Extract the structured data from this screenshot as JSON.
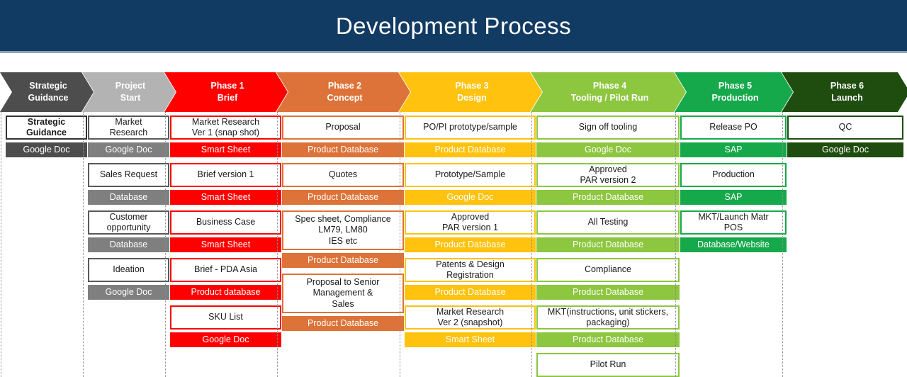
{
  "header": {
    "title": "Development Process",
    "bg_color": "#123b63"
  },
  "banner": {
    "phases": [
      {
        "line1": "Strategic",
        "line2": "Guidance",
        "color": "#4d4d4d"
      },
      {
        "line1": "Project",
        "line2": "Start",
        "color": "#b3b3b3"
      },
      {
        "line1": "Phase 1",
        "line2": "Brief",
        "color": "#ff0000"
      },
      {
        "line1": "Phase 2",
        "line2": "Concept",
        "color": "#dd7338"
      },
      {
        "line1": "Phase 3",
        "line2": "Design",
        "color": "#ffc20e"
      },
      {
        "line1": "Phase 4",
        "line2": "Tooling / Pilot Run",
        "color": "#8dc63f"
      },
      {
        "line1": "Phase 5",
        "line2": "Production",
        "color": "#16a94b"
      },
      {
        "line1": "Phase 6",
        "line2": "Launch",
        "color": "#1f4d10"
      }
    ]
  },
  "columns": [
    {
      "name": "strategic-guidance",
      "color": "#333333",
      "tag_color": "#4d4d4d",
      "items": [
        {
          "label": "Strategic\nGuidance",
          "bold": true,
          "tag": "Google Doc"
        }
      ]
    },
    {
      "name": "project-start",
      "color": "#595959",
      "tag_color": "#7f7f7f",
      "items": [
        {
          "label": "Market\nResearch",
          "tag": "Google Doc"
        },
        {
          "label": "Sales Request",
          "tag": "Database"
        },
        {
          "label": "Customer\nopportunity",
          "tag": "Database"
        },
        {
          "label": "Ideation",
          "tag": "Google Doc"
        }
      ]
    },
    {
      "name": "phase-1-brief",
      "color": "#ff0000",
      "tag_color": "#ff0000",
      "items": [
        {
          "label": "Market Research\nVer 1 (snap shot)",
          "tag": "Smart Sheet"
        },
        {
          "label": "Brief version 1",
          "tag": "Smart Sheet"
        },
        {
          "label": "Business Case",
          "tag": "Smart Sheet"
        },
        {
          "label": "Brief - PDA Asia",
          "tag": "Product database"
        },
        {
          "label": "SKU List",
          "tag": "Google Doc"
        }
      ]
    },
    {
      "name": "phase-2-concept",
      "color": "#dd7338",
      "tag_color": "#dd7338",
      "items": [
        {
          "label": "Proposal",
          "tag": "Product Database"
        },
        {
          "label": "Quotes",
          "tag": "Product Database"
        },
        {
          "label": "Spec sheet, Compliance\nLM79, LM80\nIES etc",
          "tag": "Product Database"
        },
        {
          "label": "Proposal to Senior\nManagement &\nSales",
          "tag": "Product Database"
        }
      ]
    },
    {
      "name": "phase-3-design",
      "color": "#ffc20e",
      "tag_color": "#ffc20e",
      "items": [
        {
          "label": "PO/PI prototype/sample",
          "tag": "Product Database"
        },
        {
          "label": "Prototype/Sample",
          "tag": "Google Doc"
        },
        {
          "label": "Approved\nPAR version 1",
          "tag": "Product Database"
        },
        {
          "label": "Patents & Design\nRegistration",
          "tag": "Product Database"
        },
        {
          "label": "Market Research\nVer 2 (snapshot)",
          "tag": "Smart Sheet"
        }
      ]
    },
    {
      "name": "phase-4-tooling-pilot-run",
      "color": "#8dc63f",
      "tag_color": "#8dc63f",
      "items": [
        {
          "label": "Sign off tooling",
          "tag": "Google Doc"
        },
        {
          "label": "Approved\nPAR version 2",
          "tag": "Product Database"
        },
        {
          "label": "All Testing",
          "tag": "Product Database"
        },
        {
          "label": "Compliance",
          "tag": "Product Database"
        },
        {
          "label": "MKT(instructions, unit stickers,\npackaging)",
          "tag": "Product Database"
        },
        {
          "label": "Pilot Run",
          "tag": null
        }
      ]
    },
    {
      "name": "phase-5-production",
      "color": "#16a94b",
      "tag_color": "#16a94b",
      "items": [
        {
          "label": "Release PO",
          "tag": "SAP"
        },
        {
          "label": "Production",
          "tag": "SAP"
        },
        {
          "label": "MKT/Launch Matr\nPOS",
          "tag": "Database/Website"
        }
      ]
    },
    {
      "name": "phase-6-launch",
      "color": "#1f4d10",
      "tag_color": "#1f4d10",
      "items": [
        {
          "label": "QC",
          "tag": "Google Doc"
        }
      ]
    }
  ]
}
